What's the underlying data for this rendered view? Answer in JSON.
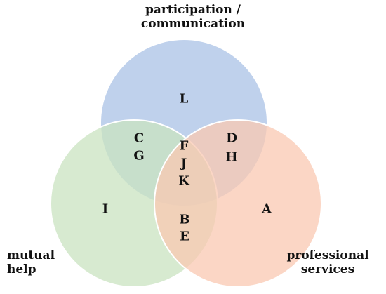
{
  "labels": {
    "top_line1": "participation /",
    "top_line2": "communication",
    "left_line1": "mutual",
    "left_line2": "help",
    "right_line1": "professional",
    "right_line2": "services"
  },
  "colors": {
    "top_circle": "#a9c2e6",
    "left_circle": "#c9e3c0",
    "right_circle": "#f9c8b2",
    "outline": "#ffffff"
  },
  "regions": {
    "top_only": "L",
    "top_left_1": "C",
    "top_left_2": "G",
    "top_right_1": "D",
    "top_right_2": "H",
    "center_1": "F",
    "center_2": "J",
    "center_3": "K",
    "left_only": "I",
    "right_only": "A",
    "left_right_1": "B",
    "left_right_2": "E"
  }
}
